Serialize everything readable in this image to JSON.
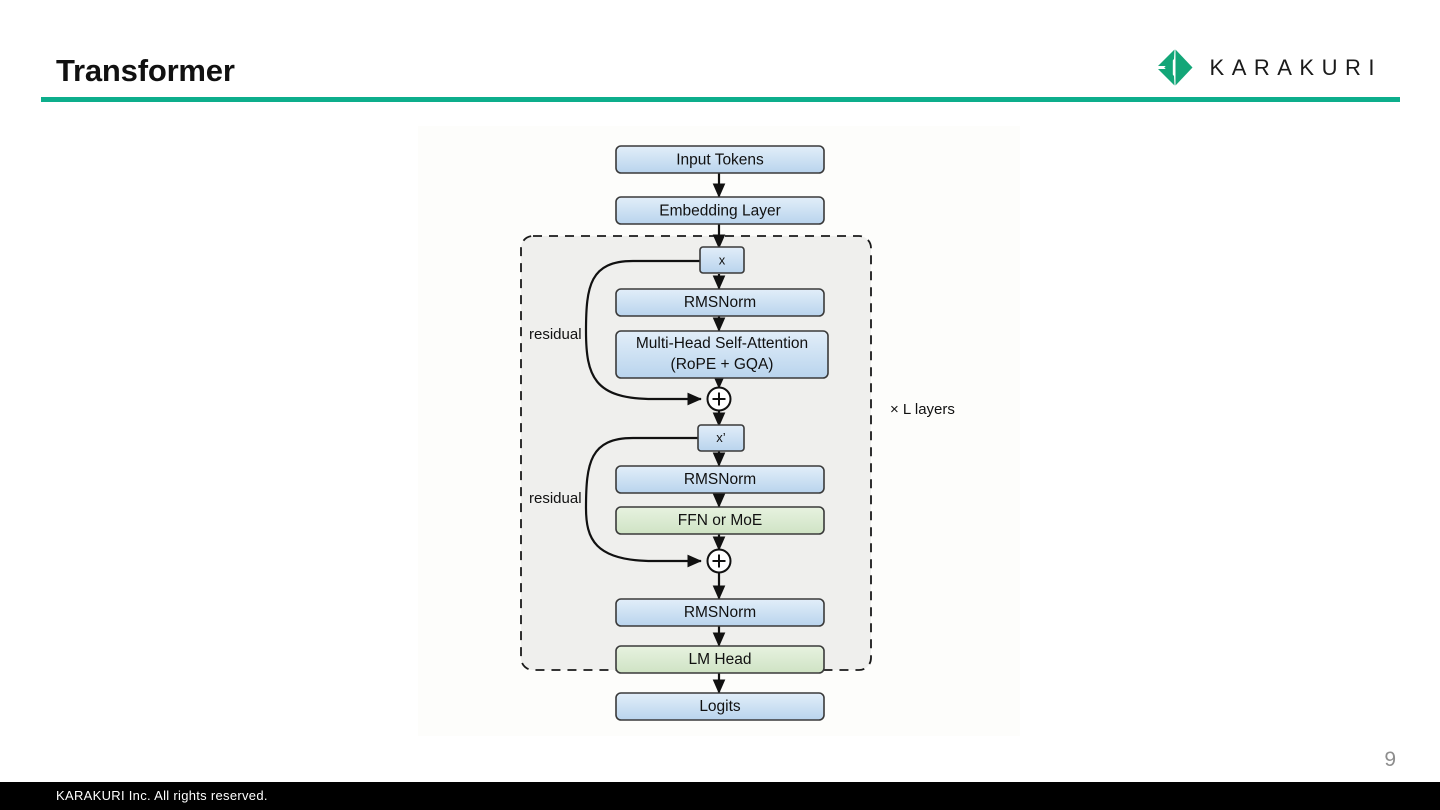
{
  "header": {
    "title": "Transformer",
    "rule_color": "#0DAE8C",
    "brand_name": "KARAKURI",
    "brand_mark_icon": "karakuri-diamond-logo",
    "brand_mark_color": "#13A678"
  },
  "footer": {
    "copyright": "KARAKURI Inc.  All rights reserved.",
    "page_number": "9",
    "bar_color": "#000000"
  },
  "diagram": {
    "type": "flowchart",
    "title": "Transformer architecture block diagram",
    "colors": {
      "node_blue_top": "#dce9f7",
      "node_blue_bottom": "#b7d3ec",
      "node_green_top": "#e3efdb",
      "node_green_bottom": "#cfe3c4",
      "node_stroke": "#3a3a3a",
      "layer_group_fill": "#efefed",
      "layer_group_stroke": "#1a1a1a",
      "arrow": "#111111",
      "canvas": "#fdfdfb"
    },
    "nodes": [
      {
        "id": "input_tokens",
        "label": "Input Tokens",
        "style": "blue"
      },
      {
        "id": "embedding",
        "label": "Embedding Layer",
        "style": "blue"
      },
      {
        "id": "x",
        "label": "x",
        "style": "blue"
      },
      {
        "id": "rmsnorm_1",
        "label": "RMSNorm",
        "style": "blue"
      },
      {
        "id": "attention",
        "label": "Multi-Head Self-Attention",
        "label2": "(RoPE + GQA)",
        "style": "blue"
      },
      {
        "id": "add_1",
        "label": "+",
        "style": "circle"
      },
      {
        "id": "x_prime",
        "label": "x’",
        "style": "blue"
      },
      {
        "id": "rmsnorm_2",
        "label": "RMSNorm",
        "style": "blue"
      },
      {
        "id": "ffn_moe",
        "label": "FFN or MoE",
        "style": "green"
      },
      {
        "id": "add_2",
        "label": "+",
        "style": "circle"
      },
      {
        "id": "rmsnorm_final",
        "label": "RMSNorm",
        "style": "blue"
      },
      {
        "id": "lm_head",
        "label": "LM Head",
        "style": "green"
      },
      {
        "id": "logits",
        "label": "Logits",
        "style": "blue"
      }
    ],
    "annotations": [
      {
        "id": "residual_1",
        "label": "residual"
      },
      {
        "id": "residual_2",
        "label": "residual"
      },
      {
        "id": "layer_count",
        "label": "× L layers"
      }
    ],
    "edges": [
      {
        "from": "input_tokens",
        "to": "embedding",
        "kind": "arrow"
      },
      {
        "from": "embedding",
        "to": "x",
        "kind": "arrow"
      },
      {
        "from": "x",
        "to": "rmsnorm_1",
        "kind": "arrow"
      },
      {
        "from": "rmsnorm_1",
        "to": "attention",
        "kind": "arrow"
      },
      {
        "from": "attention",
        "to": "add_1",
        "kind": "arrow"
      },
      {
        "from": "x",
        "to": "add_1",
        "kind": "residual-curve"
      },
      {
        "from": "add_1",
        "to": "x_prime",
        "kind": "arrow"
      },
      {
        "from": "x_prime",
        "to": "rmsnorm_2",
        "kind": "arrow"
      },
      {
        "from": "rmsnorm_2",
        "to": "ffn_moe",
        "kind": "arrow"
      },
      {
        "from": "ffn_moe",
        "to": "add_2",
        "kind": "arrow"
      },
      {
        "from": "x_prime",
        "to": "add_2",
        "kind": "residual-curve"
      },
      {
        "from": "add_2",
        "to": "rmsnorm_final",
        "kind": "arrow"
      },
      {
        "from": "rmsnorm_final",
        "to": "lm_head",
        "kind": "arrow"
      },
      {
        "from": "lm_head",
        "to": "logits",
        "kind": "arrow"
      }
    ]
  }
}
